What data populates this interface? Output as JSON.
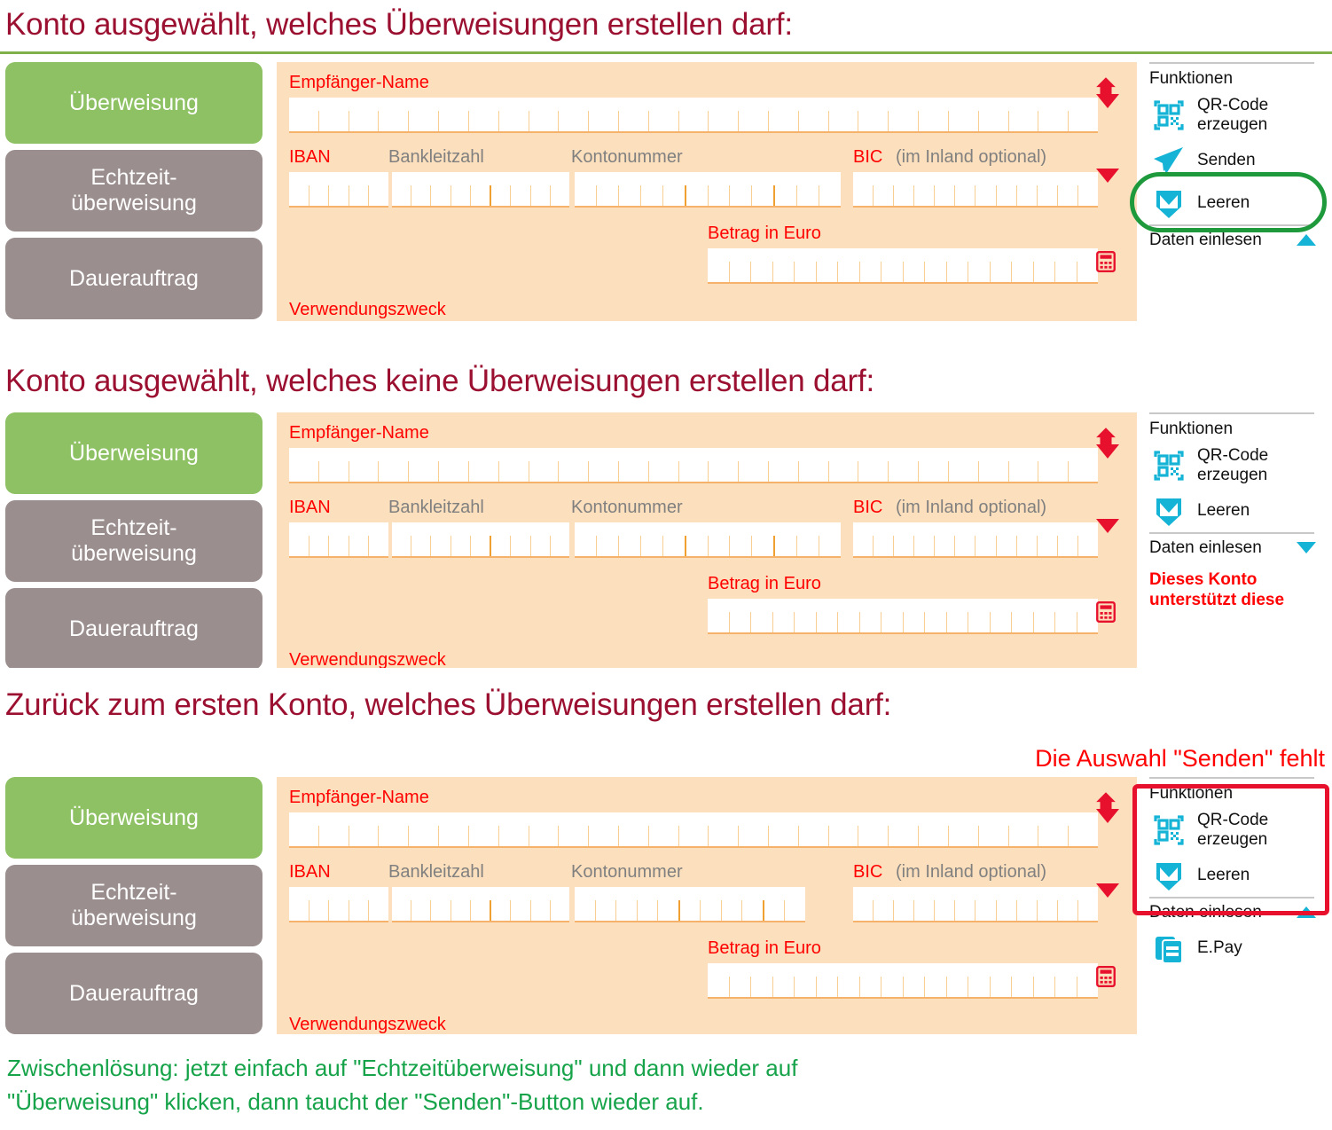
{
  "headings": {
    "section1": "Konto ausgewählt, welches Überweisungen erstellen darf:",
    "section2": "Konto ausgewählt, welches keine Überweisungen erstellen darf:",
    "section3": "Zurück zum ersten Konto, welches Überweisungen erstellen darf:"
  },
  "nav": {
    "ueberweisung": "Überweisung",
    "echtzeit_line1": "Echtzeit-",
    "echtzeit_line2": "überweisung",
    "dauerauftrag": "Dauerauftrag"
  },
  "form": {
    "empfaenger_name": "Empfänger-Name",
    "iban": "IBAN",
    "bankleitzahl": "Bankleitzahl",
    "kontonummer": "Kontonummer",
    "bic": "BIC",
    "bic_hint": "(im Inland optional)",
    "betrag": "Betrag in Euro",
    "verwendungszweck": "Verwendungszweck",
    "icons": {
      "home": "home-icon",
      "dropdown": "chevron-down-icon",
      "calculator": "calculator-icon"
    }
  },
  "functions": {
    "title": "Funktionen",
    "qr_line1": "QR-Code",
    "qr_line2": "erzeugen",
    "senden": "Senden",
    "leeren": "Leeren",
    "daten_einlesen": "Daten einlesen",
    "epay": "E.Pay",
    "icons": {
      "qr": "qr-code-icon",
      "send": "paper-plane-icon",
      "clear": "envelope-icon",
      "epay": "stacked-cards-icon",
      "expand_up": "triangle-up-icon",
      "expand_down": "triangle-down-icon"
    }
  },
  "panel2": {
    "warning_line1": "Dieses Konto",
    "warning_line2": "unterstützt diese"
  },
  "annotations": {
    "missing_senden": "Die Auswahl \"Senden\" fehlt",
    "workaround_line1": "Zwischenlösung: jetzt einfach auf \"Echtzeitüberweisung\" und dann wieder auf",
    "workaround_line2": "\"Überweisung\" klicken, dann taucht der \"Senden\"-Button wieder auf."
  },
  "colors": {
    "heading": "#9B1030",
    "active_nav": "#8DC163",
    "inactive_nav": "#9B8E8E",
    "form_bg": "#FCDFBC",
    "label_red": "#FF0000",
    "label_grey": "#808080",
    "icon_cyan": "#15B4D6",
    "highlight_green": "#1E9A3C",
    "highlight_red": "#E8112D",
    "annotation_green": "#16A34A"
  }
}
